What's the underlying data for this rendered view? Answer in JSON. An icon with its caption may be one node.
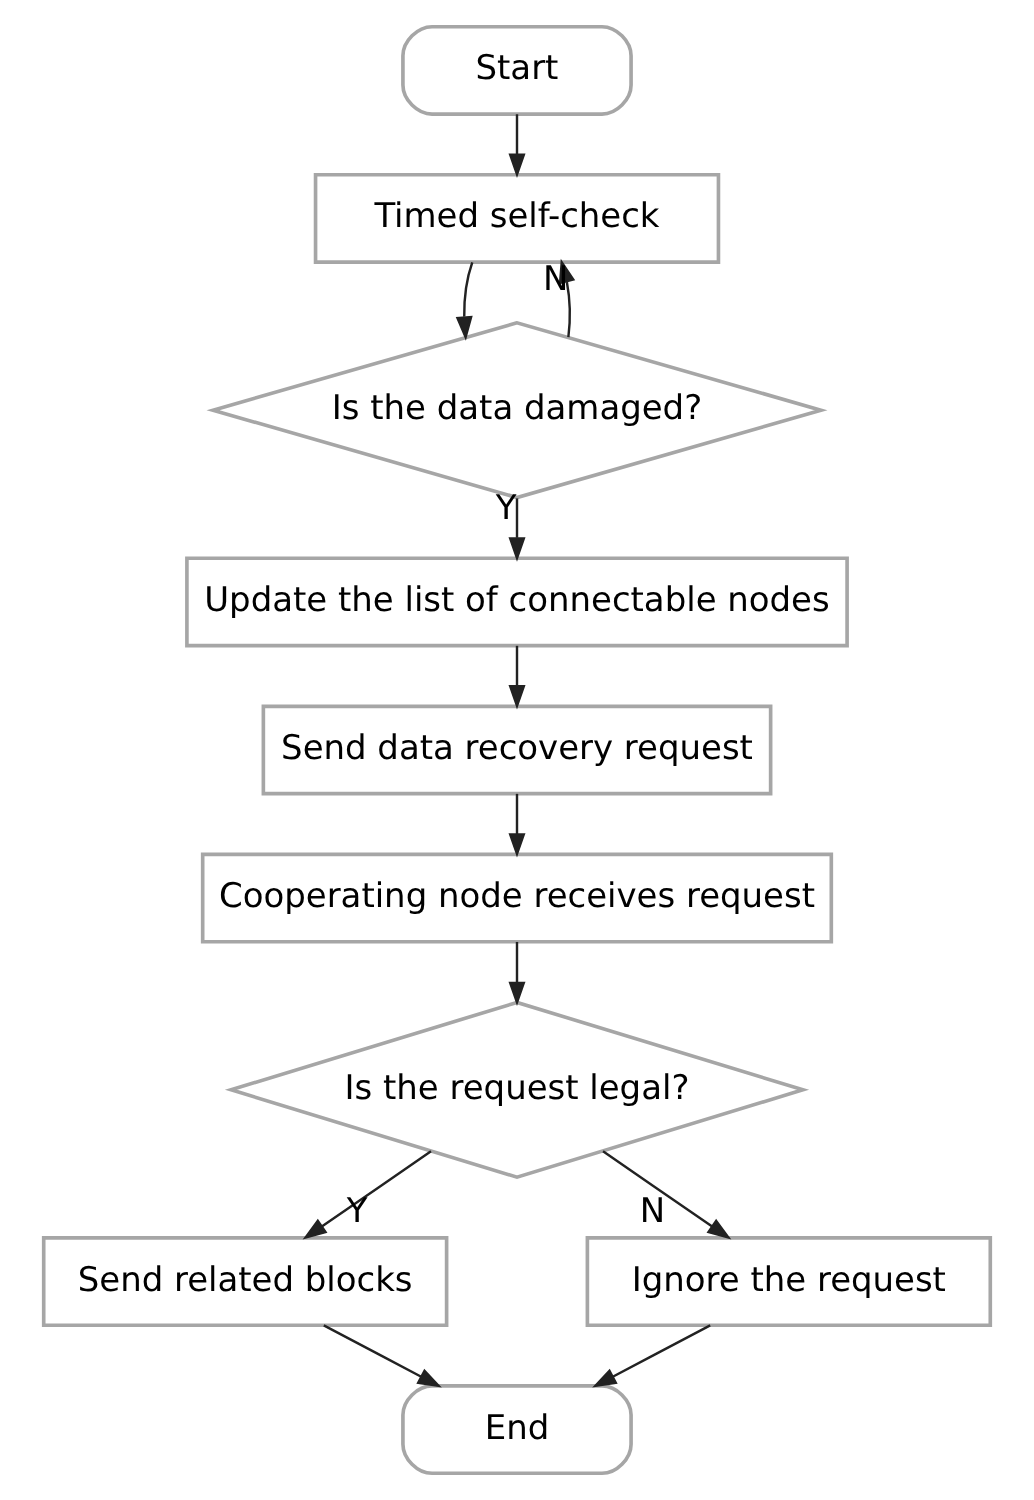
{
  "diagram": {
    "nodes": [
      {
        "text": [
          "Start"
        ]
      },
      {
        "text": [
          "Timed self-check"
        ]
      },
      {
        "text": [
          "Is the data damaged?"
        ]
      },
      {
        "text": [
          "Update the list of connectable nodes"
        ]
      },
      {
        "text": [
          "Send data recovery request"
        ]
      },
      {
        "text": [
          "Cooperating node receives request"
        ]
      },
      {
        "text": [
          "Is the request legal?"
        ]
      },
      {
        "text": [
          "Send related blocks"
        ]
      },
      {
        "text": [
          "Ignore the request"
        ]
      },
      {
        "text": [
          "End"
        ]
      }
    ],
    "edges": [
      {
        "from": 0,
        "to": 1,
        "arrow": "to"
      },
      {
        "from": 1,
        "to": 2,
        "arrow": "to"
      },
      {
        "from": 2,
        "to": 1,
        "arrow": "to",
        "label": "N"
      },
      {
        "from": 2,
        "to": 3,
        "arrow": "to",
        "label": "Y"
      },
      {
        "from": 3,
        "to": 4,
        "arrow": "to"
      },
      {
        "from": 4,
        "to": 5,
        "arrow": "to"
      },
      {
        "from": 5,
        "to": 6,
        "arrow": "to"
      },
      {
        "from": 6,
        "to": 7,
        "arrow": "to",
        "label": "Y"
      },
      {
        "from": 6,
        "to": 8,
        "arrow": "to",
        "label": "N"
      },
      {
        "from": 7,
        "to": 9,
        "arrow": "to"
      },
      {
        "from": 8,
        "to": 9,
        "arrow": "to"
      }
    ]
  }
}
